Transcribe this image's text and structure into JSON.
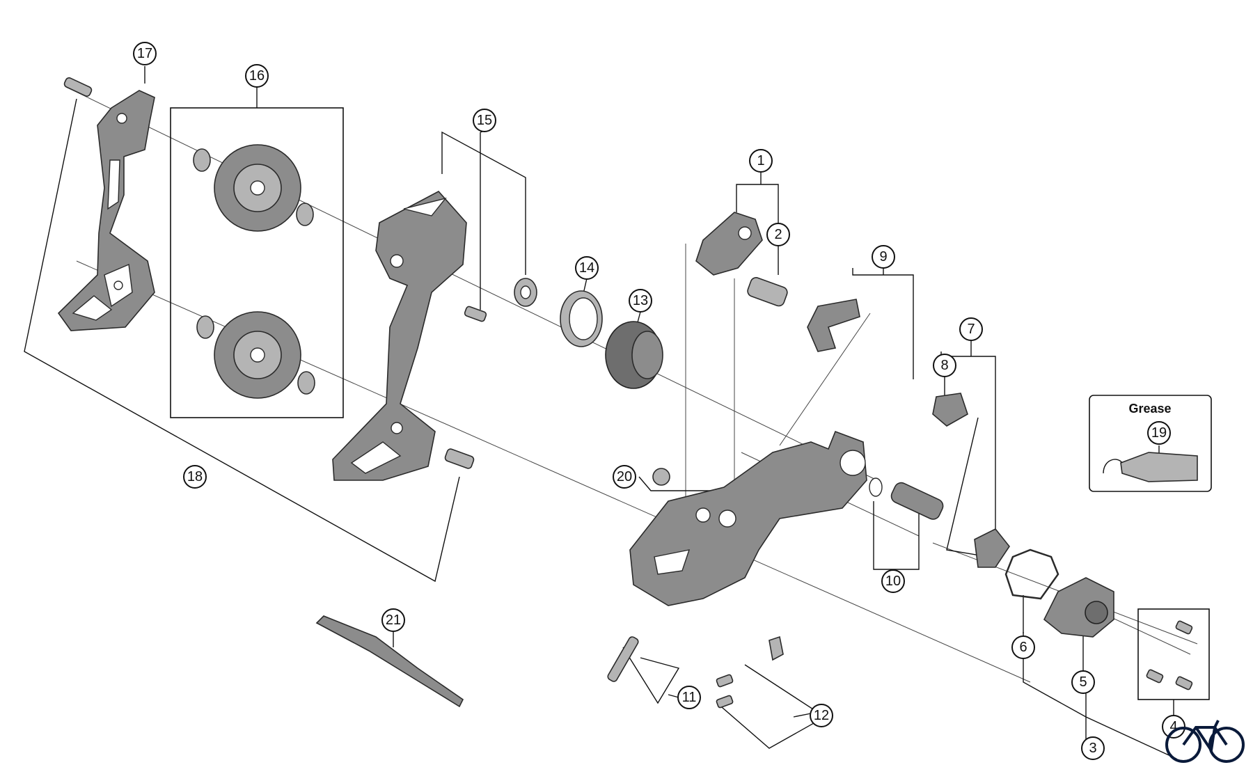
{
  "grease_box": {
    "title": "Grease"
  },
  "callouts": [
    {
      "id": "c1",
      "label": "1"
    },
    {
      "id": "c2",
      "label": "2"
    },
    {
      "id": "c3",
      "label": "3"
    },
    {
      "id": "c4",
      "label": "4"
    },
    {
      "id": "c5",
      "label": "5"
    },
    {
      "id": "c6",
      "label": "6"
    },
    {
      "id": "c7",
      "label": "7"
    },
    {
      "id": "c8",
      "label": "8"
    },
    {
      "id": "c9",
      "label": "9"
    },
    {
      "id": "c10",
      "label": "10"
    },
    {
      "id": "c11",
      "label": "11"
    },
    {
      "id": "c12",
      "label": "12"
    },
    {
      "id": "c13",
      "label": "13"
    },
    {
      "id": "c14",
      "label": "14"
    },
    {
      "id": "c15",
      "label": "15"
    },
    {
      "id": "c16",
      "label": "16"
    },
    {
      "id": "c17",
      "label": "17"
    },
    {
      "id": "c18",
      "label": "18"
    },
    {
      "id": "c19",
      "label": "19"
    },
    {
      "id": "c20",
      "label": "20"
    },
    {
      "id": "c21",
      "label": "21"
    }
  ],
  "colors": {
    "part": "#8c8c8c",
    "line": "#111111",
    "background": "#ffffff",
    "logo": "#0a1a3a"
  },
  "icons": {
    "logo": "bicycle-logo-icon"
  }
}
